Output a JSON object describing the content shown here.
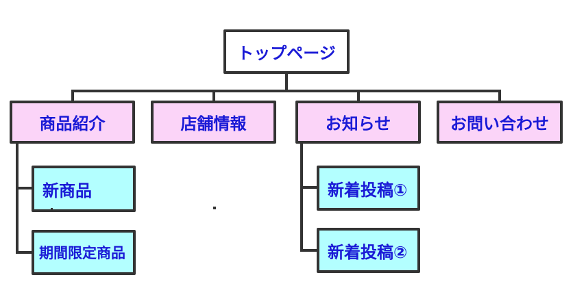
{
  "sitemap": {
    "root": {
      "label": "トップページ"
    },
    "nodes": [
      {
        "label": "商品紹介",
        "children": [
          {
            "label": "新商品"
          },
          {
            "label": "期間限定商品"
          }
        ]
      },
      {
        "label": "店舗情報",
        "children": []
      },
      {
        "label": "お知らせ",
        "children": [
          {
            "label": "新着投稿①"
          },
          {
            "label": "新着投稿②"
          }
        ]
      },
      {
        "label": "お問い合わせ",
        "children": []
      }
    ],
    "colors": {
      "border_and_lines": "#333333",
      "root_box_bg": "#ffffff",
      "level2_box_bg": "#fbd4f8",
      "level3_box_bg": "#b3ffff",
      "label_text": "#1a1ad6"
    }
  }
}
